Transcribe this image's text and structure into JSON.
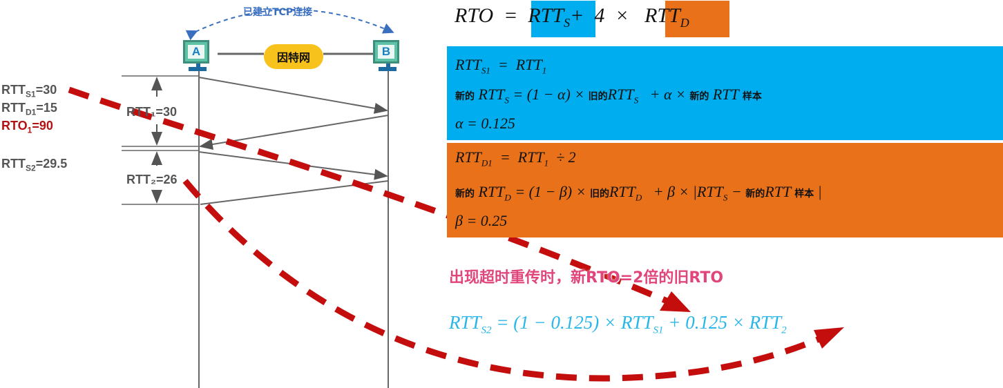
{
  "network": {
    "connection_label": "已建立TCP连接",
    "host_a": "A",
    "host_b": "B",
    "internet_label": "因特网"
  },
  "timeline": {
    "rtt1_label": "RTT₁=30",
    "rtt2_label": "RTT₂=26"
  },
  "left_values": {
    "rtts1": {
      "main": "RTT",
      "sub": "S1",
      "tail": "=30"
    },
    "rttd1": {
      "main": "RTT",
      "sub": "D1",
      "tail": "=15"
    },
    "rto1": {
      "main": "RTO",
      "sub": "1",
      "tail": "=90"
    },
    "rtts2": {
      "main": "RTT",
      "sub": "S2",
      "tail": "=29.5"
    }
  },
  "rto_formula": {
    "lhs": "RTO",
    "equals": "=",
    "rtts": "RTT",
    "rtts_sub": "S",
    "plus": "+",
    "four": "4",
    "times": "×",
    "rttd": "RTT",
    "rttd_sub": "D"
  },
  "blue_box": {
    "line1": {
      "a": "RTT",
      "a_sub": "S1",
      "eq": "=",
      "b": "RTT",
      "b_sub": "1"
    },
    "line2": {
      "new": "新的",
      "lhs": "RTT",
      "lhs_sub": "S",
      "mid": "= (1 − α) ×",
      "old": "旧的",
      "old_var": "RTT",
      "old_sub": "S",
      "plus": "+ α ×",
      "new2": "新的",
      "sample_var": "RTT",
      "sample": "样本"
    },
    "line3": "α = 0.125"
  },
  "orange_box": {
    "line1": {
      "a": "RTT",
      "a_sub": "D1",
      "eq": "=",
      "b": "RTT",
      "b_sub": "1",
      "rest": "÷ 2"
    },
    "line2": {
      "new": "新的",
      "lhs": "RTT",
      "lhs_sub": "D",
      "mid": "= (1 − β) ×",
      "old": "旧的",
      "old_var": "RTT",
      "old_sub": "D",
      "plus": "+ β × |",
      "rtts": "RTT",
      "rtts_sub": "S",
      "minus": "−",
      "new2": "新的",
      "sample_var": "RTT",
      "sample": "样本",
      "close": "|"
    },
    "line3": "β = 0.25"
  },
  "timeout_note": "出现超时重传时，新RTO=2倍的旧RTO",
  "rtts2_formula": {
    "lhs": "RTT",
    "lhs_sub": "S2",
    "mid": "= (1 − 0.125) ×",
    "v1": "RTT",
    "v1_sub": "S1",
    "plus": "+ 0.125 ×",
    "v2": "RTT",
    "v2_sub": "2"
  },
  "colors": {
    "blue": "#00aeef",
    "orange": "#e8711a",
    "dashed_arrow": "#c40d0d",
    "connection": "#3a6fc0",
    "pink": "#e0457b"
  }
}
